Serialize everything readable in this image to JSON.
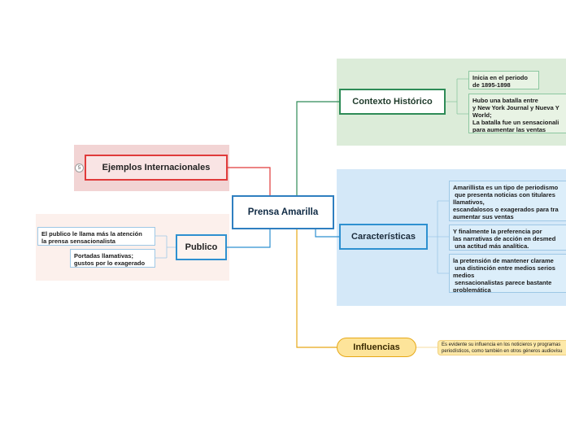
{
  "central": {
    "label": "Prensa Amarilla"
  },
  "branches": {
    "contexto": {
      "label": "Contexto Histórico",
      "leaves": [
        "Inicia en el periodo\nde 1895-1898",
        "Hubo una batalla entre\ny New York Journal y Nueva Y\nWorld;\nLa batalla fue un sensacionali\npara aumentar las ventas"
      ]
    },
    "ejemplos": {
      "label": "Ejemplos Internacionales",
      "badge": "5"
    },
    "publico": {
      "label": "Publico",
      "leaves": [
        "El publico le llama más la atención\nla prensa sensacionalista",
        "Portadas llamativas;\ngustos por lo exagerado"
      ]
    },
    "caracteristicas": {
      "label": "Características",
      "leaves": [
        "Amarillista es un tipo de periodismo\n que presenta noticias con titulares\nllamativos,\nescandalosos o exagerados para tra\naumentar sus ventas",
        "Y finalmente la preferencia por\nlas narrativas de acción en desmed\n una actitud más analítica.",
        "la pretensión de mantener clarame\n una distinción entre medios serios\nmedios\n sensacionalistas parece bastante\nproblemática"
      ]
    },
    "influencias": {
      "label": "Influencias",
      "leaves": [
        "Es evidente su influencia en los noticieros y programas\nperiodísticos, como también en otros géneros audiovisu"
      ]
    }
  },
  "colors": {
    "contexto": "#2e8b57",
    "ejemplos": "#e03a3a",
    "publico": "#2e90d0",
    "caracteristicas": "#2e90d0",
    "influencias": "#e6a817"
  }
}
